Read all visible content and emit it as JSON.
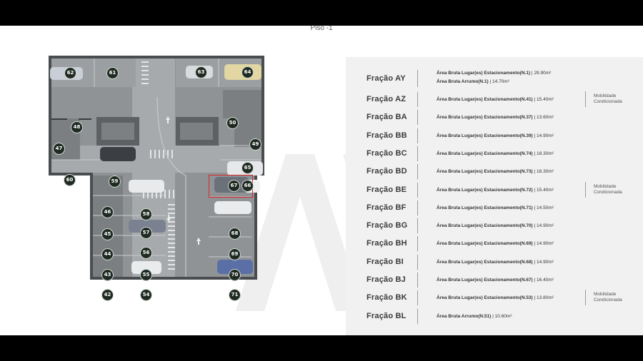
{
  "floor_label": "Piso -1",
  "plan": {
    "spaces": [
      "62",
      "61",
      "63",
      "64",
      "48",
      "50",
      "47",
      "49",
      "65",
      "60",
      "59",
      "66",
      "46",
      "58",
      "67",
      "45",
      "57",
      "68",
      "44",
      "56",
      "69",
      "43",
      "55",
      "70",
      "42",
      "54",
      "71"
    ],
    "selected_space": "67"
  },
  "units": [
    {
      "name": "Fração AY",
      "lines": [
        {
          "label": "Área Bruta Lugar(es) Estacionamento(N.1)",
          "area": "29.90m²"
        },
        {
          "label": "Área Bruta Arrumo(N.1)",
          "area": "14.70m²"
        }
      ],
      "note": ""
    },
    {
      "name": "Fração AZ",
      "lines": [
        {
          "label": "Área Bruta Lugar(es) Estacionamento(N.41)",
          "area": "15.40m²"
        }
      ],
      "note": "Mobilidade Condicionada"
    },
    {
      "name": "Fração BA",
      "lines": [
        {
          "label": "Área Bruta Lugar(es) Estacionamento(N.37)",
          "area": "13.60m²"
        }
      ],
      "note": ""
    },
    {
      "name": "Fração BB",
      "lines": [
        {
          "label": "Área Bruta Lugar(es) Estacionamento(N.39)",
          "area": "14.90m²"
        }
      ],
      "note": ""
    },
    {
      "name": "Fração BC",
      "lines": [
        {
          "label": "Área Bruta Lugar(es) Estacionamento(N.74)",
          "area": "18.30m²"
        }
      ],
      "note": ""
    },
    {
      "name": "Fração BD",
      "lines": [
        {
          "label": "Área Bruta Lugar(es) Estacionamento(N.73)",
          "area": "18.30m²"
        }
      ],
      "note": ""
    },
    {
      "name": "Fração BE",
      "lines": [
        {
          "label": "Área Bruta Lugar(es) Estacionamento(N.72)",
          "area": "15.40m²"
        }
      ],
      "note": "Mobilidade Condicionada"
    },
    {
      "name": "Fração BF",
      "lines": [
        {
          "label": "Área Bruta Lugar(es) Estacionamento(N.71)",
          "area": "14.50m²"
        }
      ],
      "note": ""
    },
    {
      "name": "Fração BG",
      "lines": [
        {
          "label": "Área Bruta Lugar(es) Estacionamento(N.70)",
          "area": "14.90m²"
        }
      ],
      "note": ""
    },
    {
      "name": "Fração BH",
      "lines": [
        {
          "label": "Área Bruta Lugar(es) Estacionamento(N.69)",
          "area": "14.90m²"
        }
      ],
      "note": ""
    },
    {
      "name": "Fração BI",
      "lines": [
        {
          "label": "Área Bruta Lugar(es) Estacionamento(N.68)",
          "area": "14.90m²"
        }
      ],
      "note": ""
    },
    {
      "name": "Fração BJ",
      "lines": [
        {
          "label": "Área Bruta Lugar(es) Estacionamento(N.67)",
          "area": "16.40m²"
        }
      ],
      "note": ""
    },
    {
      "name": "Fração BK",
      "lines": [
        {
          "label": "Área Bruta Lugar(es) Estacionamento(N.53)",
          "area": "13.80m²"
        }
      ],
      "note": "Mobilidade Condicionada"
    },
    {
      "name": "Fração BL",
      "lines": [
        {
          "label": "Área Bruta Arrumo(N.51)",
          "area": "10.60m²"
        }
      ],
      "note": ""
    }
  ],
  "colors": {
    "selected_outline": "#d8262a",
    "bubble": "#1f2a22",
    "panel": "#f1f1f1"
  }
}
